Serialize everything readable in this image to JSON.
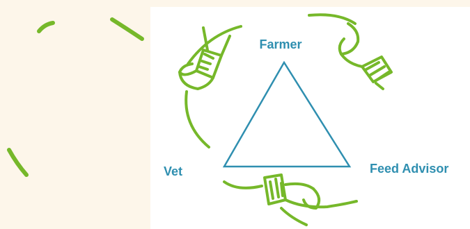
{
  "diagram": {
    "nodes": {
      "top": "Farmer",
      "left": "Vet",
      "right": "Feed Advisor"
    }
  },
  "colors": {
    "background": "#fdf6ea",
    "panel": "#ffffff",
    "hands": "#76b82a",
    "triangle": "#2f8fb0",
    "label": "#2f8fb0"
  },
  "icons": [
    "hand-icon",
    "cycle-arrow-icon",
    "triangle-icon"
  ]
}
